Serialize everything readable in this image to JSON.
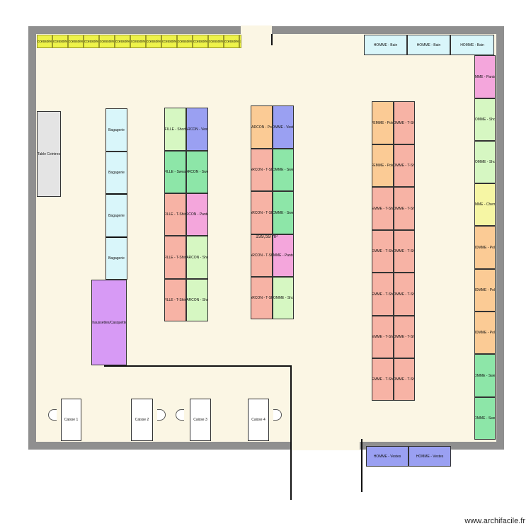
{
  "plan": {
    "area_label": "199,59 m²",
    "watermark": "www.archifacile.fr"
  },
  "fixtures": {
    "accessoires": [
      "Accessoires",
      "Accessoires",
      "Accessoires",
      "Accessoires",
      "Accessoires",
      "Accessoires",
      "Accessoires",
      "Accessoires",
      "Accessoires",
      "Accessoires",
      "Accessoires",
      "Accessoires",
      "Accessoires",
      "Accessoires"
    ],
    "homme_bain": [
      "HOMME - Bain",
      "HOMME - Bain",
      "HOMME - Bain"
    ],
    "right_column": [
      "HOMME - Pantalon",
      "HOMME - Short",
      "HOMME - Short",
      "HOMME - Chemise",
      "HOMME - Polo",
      "HOMME - Polo",
      "HOMME - Polo",
      "HOMME - Sweat",
      "HOMME - Sweat"
    ],
    "table_ceintres": "Table Ceintres",
    "bagagerie": [
      "Bagagerie",
      "Bagagerie",
      "Bagagerie",
      "Bagagerie"
    ],
    "chaussettes": "Chaussettes/Casquettes",
    "fille_left": [
      "FILLE - Short",
      "FILLE - Sweat",
      "FILLE - T-Shirt",
      "FILLE - T-Shirt",
      "FILLE - T-Shirt"
    ],
    "garcon_right": [
      "GARCON - Vestes",
      "GARCON - Sweat",
      "GARCON - Pantalon",
      "GARCON - Short",
      "GARCON - Short"
    ],
    "garcon_left": [
      "GARCON - Polo",
      "GARCON - T-Shirt",
      "GARCON - T-Shirt",
      "GARCON - T-Shirt",
      "GARCON - T-Shirt"
    ],
    "homme_mid": [
      "HOMME - Vestes",
      "HOMME - Sweat",
      "HOMME - Sweat",
      "HOMME - Pantalon",
      "HOMME - Short"
    ],
    "femme": [
      "FEMME - Polo",
      "FEMME - Polo",
      "FEMME - T-Shirt",
      "FEMME - T-Shirt",
      "FEMME - T-Shirt",
      "FEMME - T-Shirt",
      "FEMME - T-Shirt"
    ],
    "homme_tshirt": [
      "HOMME - T-Shirt",
      "HOMME - T-Shirt",
      "HOMME - T-Shirt",
      "HOMME - T-Shirt",
      "HOMME - T-Shirt",
      "HOMME - T-Shirt",
      "HOMME - T-Shirt"
    ],
    "caisses": [
      "Caisse 1",
      "Caisse 2",
      "Caisse 3",
      "Caisse 4"
    ],
    "homme_vestes_bottom": [
      "HOMME - Vestes",
      "HOMME - Vestes"
    ]
  }
}
